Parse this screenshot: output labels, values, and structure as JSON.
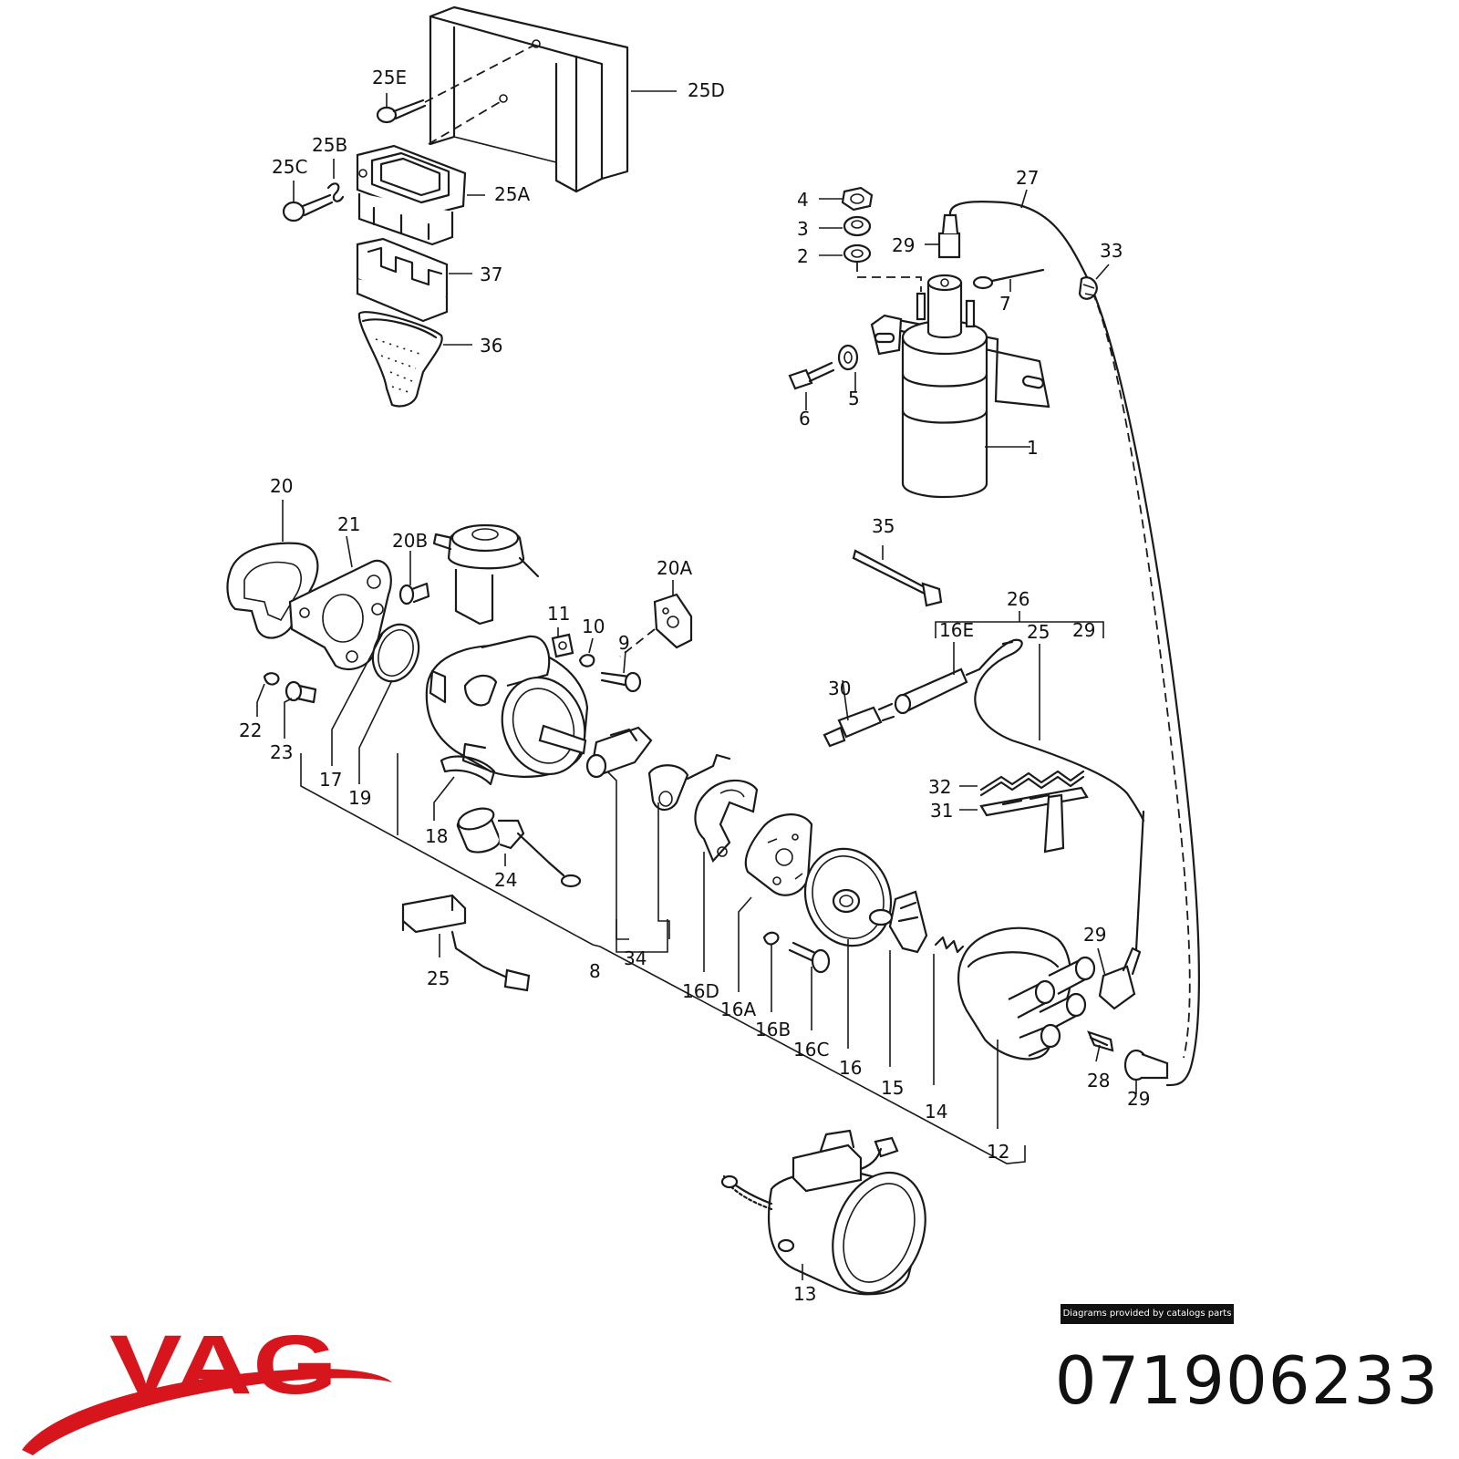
{
  "brand": {
    "name": "VAG",
    "color": "#d7151d"
  },
  "part_number": "071906233",
  "credit": "Diagrams provided by catalogs parts",
  "labels": {
    "l25E": "25E",
    "l25D": "25D",
    "l25B": "25B",
    "l25C": "25C",
    "l25A": "25A",
    "l37": "37",
    "l36": "36",
    "l4": "4",
    "l3": "3",
    "l2": "2",
    "l27": "27",
    "l29a": "29",
    "l33": "33",
    "l7": "7",
    "l6": "6",
    "l5": "5",
    "l1": "1",
    "l20": "20",
    "l21": "21",
    "l20B": "20B",
    "l20A": "20A",
    "l11": "11",
    "l10": "10",
    "l9": "9",
    "l22": "22",
    "l23": "23",
    "l17": "17",
    "l19": "19",
    "l18": "18",
    "l24": "24",
    "l35": "35",
    "l26": "26",
    "l16E": "16E",
    "l25b": "25",
    "l29b": "29",
    "l30": "30",
    "l32": "32",
    "l31": "31",
    "l34": "34",
    "l8": "8",
    "l25c": "25",
    "l16D": "16D",
    "l16A": "16A",
    "l16B": "16B",
    "l16C": "16C",
    "l16": "16",
    "l15": "15",
    "l14": "14",
    "l12": "12",
    "l29c": "29",
    "l28": "28",
    "l29d": "29",
    "l13": "13"
  }
}
